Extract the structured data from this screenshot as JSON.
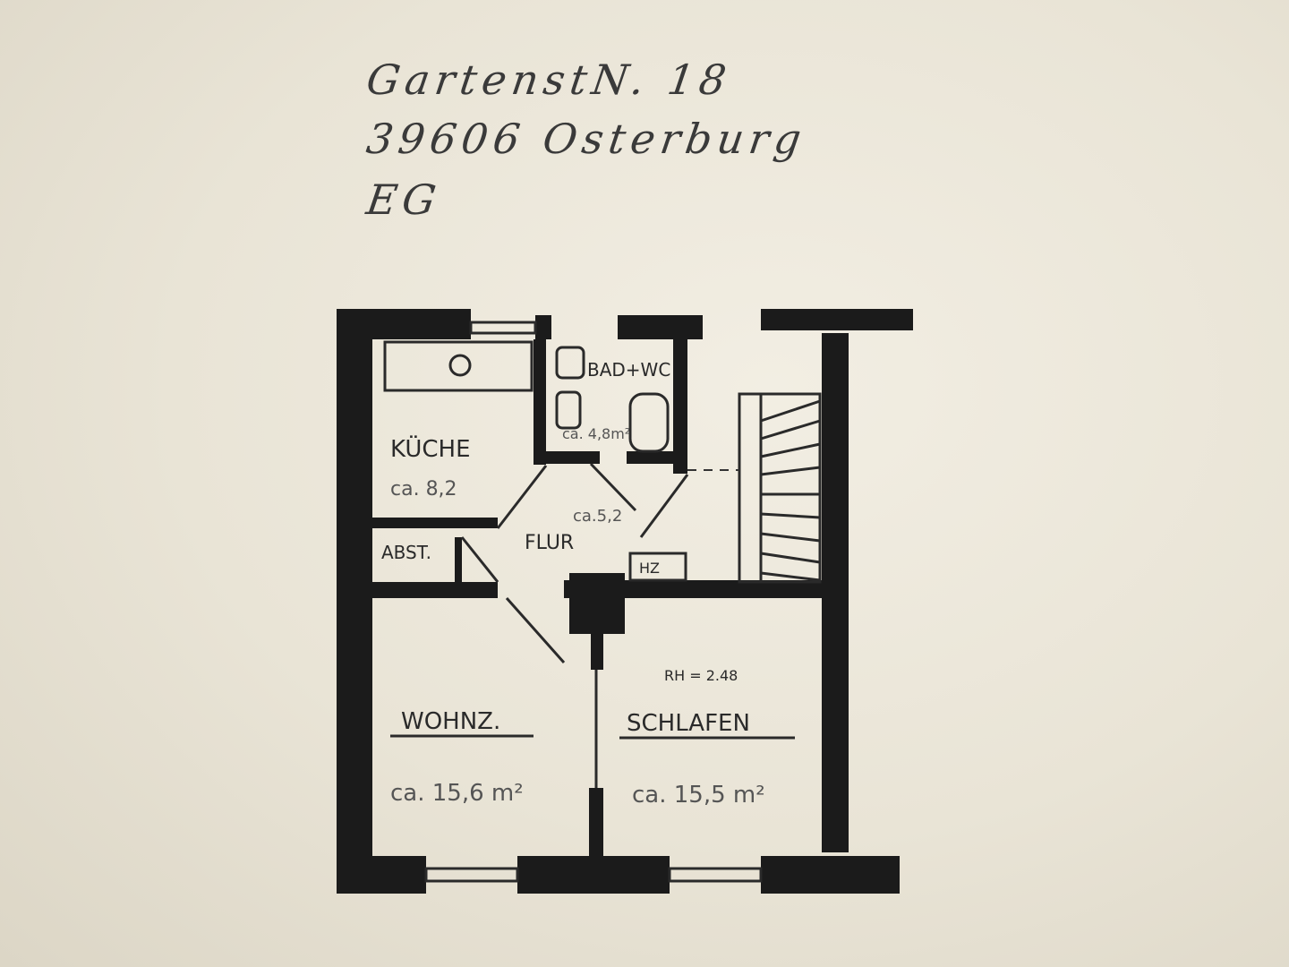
{
  "address": {
    "street": "GartenstN. 18",
    "city": "39606 Osterburg",
    "floor": "EG"
  },
  "rooms": {
    "kitchen": {
      "name": "KÜCHE",
      "area": "ca. 8,2"
    },
    "bath": {
      "name": "BAD+WC",
      "area": "ca. 4,8m²"
    },
    "hall": {
      "name": "FLUR",
      "area": "ca.5,2"
    },
    "storage": {
      "name": "ABST."
    },
    "heating": {
      "name": "HZ"
    },
    "living": {
      "name": "WOHNZ.",
      "area": "ca. 15,6 m²"
    },
    "bedroom": {
      "name": "SCHLAFEN",
      "area": "ca. 15,5 m²"
    }
  },
  "room_height": "RH = 2.48"
}
